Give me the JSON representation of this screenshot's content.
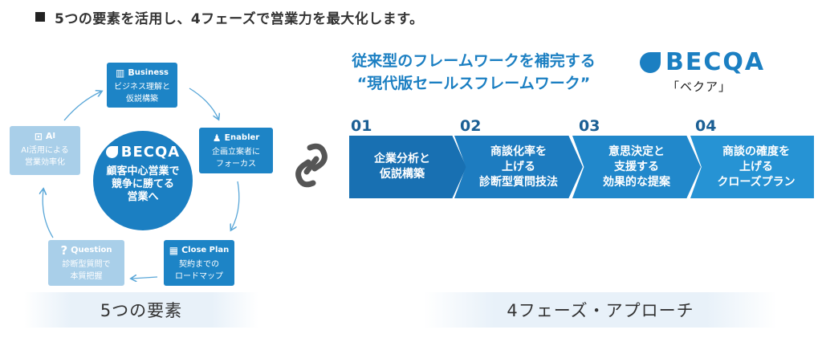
{
  "heading": "5つの要素を活用し、4フェーズで営業力を最大化します。",
  "center": {
    "logo": "BECQA",
    "message": [
      "顧客中心営業で",
      "競争に勝てる",
      "営業へ"
    ]
  },
  "elements": [
    {
      "key": "business",
      "letter": "B",
      "rest": "usiness",
      "icon": "bar-chart-icon",
      "desc": [
        "ビジネス理解と",
        "仮説構築"
      ]
    },
    {
      "key": "enabler",
      "letter": "E",
      "rest": "nabler",
      "icon": "person-icon",
      "desc": [
        "企画立案者に",
        "フォーカス"
      ]
    },
    {
      "key": "close",
      "letter": "C",
      "rest": "lose Plan",
      "icon": "calendar-icon",
      "desc": [
        "契約までの",
        "ロードマップ"
      ]
    },
    {
      "key": "question",
      "letter": "Q",
      "rest": "uestion",
      "icon": "question-icon",
      "desc": [
        "診断型質問で",
        "本質把握"
      ]
    },
    {
      "key": "ai",
      "letter": "A",
      "rest": "I",
      "icon": "robot-icon",
      "desc": [
        "AI活用による",
        "営業効率化"
      ]
    }
  ],
  "left_label": "5つの要素",
  "right_label": "4フェーズ・アプローチ",
  "tagline": [
    "従来型のフレームワークを補完する",
    "“現代版セールスフレームワーク”"
  ],
  "brand": {
    "name": "BECQA",
    "kana": "「ベクア」"
  },
  "phases": [
    {
      "num": "01",
      "lines": [
        "企業分析と",
        "仮説構築"
      ]
    },
    {
      "num": "02",
      "lines": [
        "商談化率を",
        "上げる",
        "診断型質問技法"
      ]
    },
    {
      "num": "03",
      "lines": [
        "意思決定と",
        "支援する",
        "効果的な提案"
      ]
    },
    {
      "num": "04",
      "lines": [
        "商談の確度を",
        "上げる",
        "クローズプラン"
      ]
    }
  ],
  "colors": {
    "primary": "#1b7fc2",
    "light": "#a9cfe9",
    "dark_navy": "#1b5f94"
  }
}
